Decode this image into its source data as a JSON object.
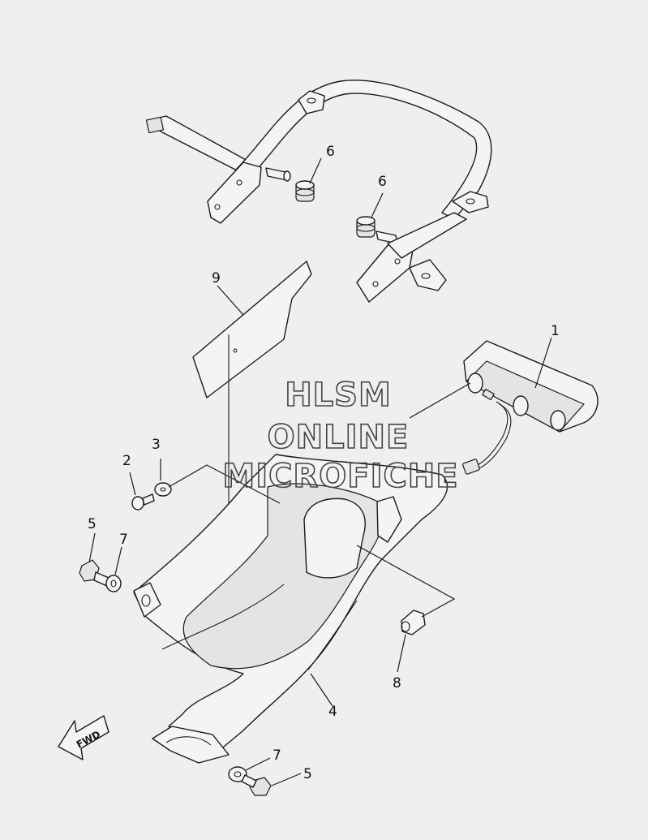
{
  "watermark": {
    "line1": "HLSM",
    "line2": "ONLINE",
    "line3": "MICROFICHE"
  },
  "fwd_label": "FWD",
  "callouts": {
    "c1": "1",
    "c2": "2",
    "c3": "3",
    "c4": "4",
    "c5a": "5",
    "c5b": "5",
    "c6a": "6",
    "c6b": "6",
    "c7a": "7",
    "c7b": "7",
    "c8": "8",
    "c9": "9"
  }
}
